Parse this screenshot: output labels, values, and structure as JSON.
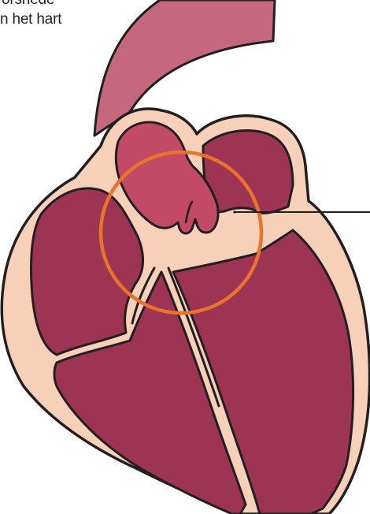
{
  "caption": {
    "line_1": "orsnede",
    "line_2": "n het hart"
  },
  "colors": {
    "background": "#ffffff",
    "tissue_wall": "#f6d0b9",
    "chamber": "#9e3454",
    "aorta_outer": "#c4677f",
    "aorta_inner": "#c24a67",
    "highlight_circle": "#e8732a",
    "outline": "#231f20",
    "text": "#231f20"
  },
  "icons": {
    "highlight": "circle-outline",
    "pointer": "leader-line"
  }
}
